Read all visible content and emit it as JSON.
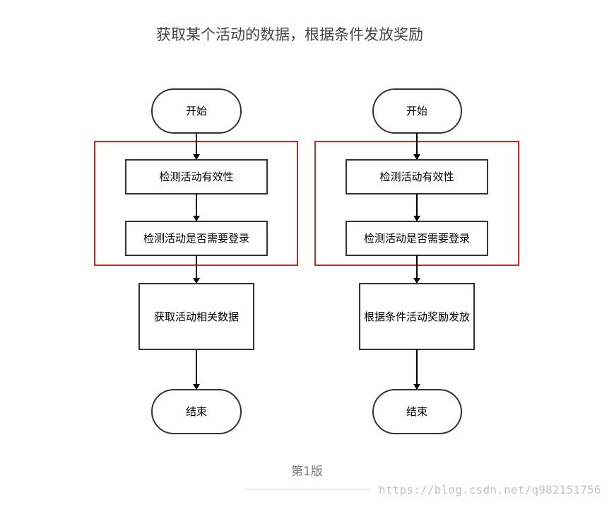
{
  "title": "获取某个活动的数据，根据条件发放奖励",
  "flow_left": {
    "start": "开始",
    "step1": "检测活动有效性",
    "step2": "检测活动是否需要登录",
    "step3": "获取活动相关数据",
    "end": "结束"
  },
  "flow_right": {
    "start": "开始",
    "step1": "检测活动有效性",
    "step2": "检测活动是否需要登录",
    "step3": "根据条件活动奖励发放",
    "end": "结束"
  },
  "caption": "第1版",
  "watermark": "https://blog.csdn.net/q982151756",
  "colors": {
    "highlight_border": "#e02020",
    "node_border": "#333333",
    "arrow": "#000000"
  }
}
